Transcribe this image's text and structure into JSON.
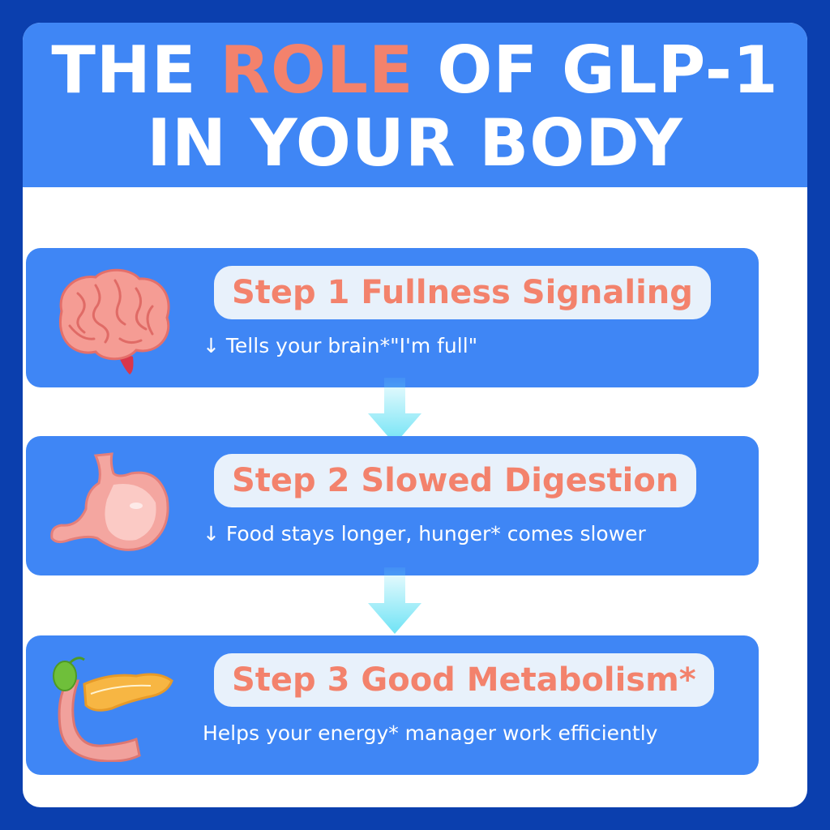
{
  "header": {
    "title_part1": "THE ",
    "title_highlight": "ROLE",
    "title_part2": " OF GLP-1",
    "title_line2": "IN YOUR BODY"
  },
  "steps": [
    {
      "title": "Step 1 Fullness Signaling",
      "desc": "↓ Tells your brain*\"I'm full\"",
      "icon": "brain-icon"
    },
    {
      "title": "Step 2 Slowed Digestion",
      "desc": "↓ Food stays longer, hunger* comes slower",
      "icon": "stomach-icon"
    },
    {
      "title": "Step 3 Good Metabolism*",
      "desc": "Helps your energy* manager work efficiently",
      "icon": "pancreas-icon"
    }
  ],
  "colors": {
    "frame": "#0b3fae",
    "panel_blue": "#3f86f5",
    "accent_coral": "#f3826c",
    "pill_bg": "#e8f1fb",
    "arrow_cyan": "#6fe3f5"
  }
}
